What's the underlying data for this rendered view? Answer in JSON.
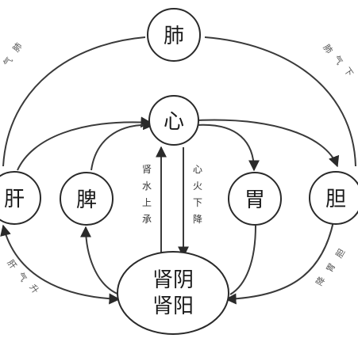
{
  "nodes": {
    "fei": "肺",
    "xin": "心",
    "gan": "肝",
    "pi": "脾",
    "wei": "胃",
    "dan": "胆",
    "shen_yin": "肾阴",
    "shen_yang": "肾阳"
  },
  "labels": {
    "left_top": [
      "肺",
      "气"
    ],
    "right_top": [
      "肺",
      "气",
      "下"
    ],
    "center_left": [
      "肾",
      "水",
      "上",
      "承"
    ],
    "center_right": [
      "心",
      "火",
      "下",
      "降"
    ],
    "left_bottom": [
      "肝",
      "气",
      "升"
    ],
    "right_bottom": [
      "胆",
      "胃",
      "降"
    ]
  }
}
